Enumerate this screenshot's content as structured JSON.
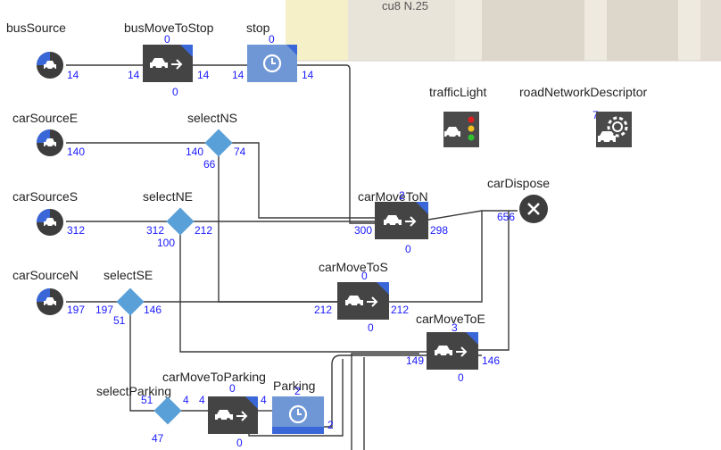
{
  "map_fragment_text": "cu8 N.25",
  "colors": {
    "block": "#444444",
    "accent": "#3a67d8",
    "service": "#6f97d6",
    "select": "#5aa0d8",
    "count": "#1a1aff"
  },
  "busSource": {
    "name": "busSource",
    "out": "14"
  },
  "busMoveToStop": {
    "name": "busMoveToStop",
    "top": "0",
    "in": "14",
    "out": "14",
    "bottom": "0"
  },
  "stop": {
    "name": "stop",
    "top": "0",
    "in": "14",
    "out": "14"
  },
  "trafficLight": {
    "name": "trafficLight"
  },
  "roadNetworkDescriptor": {
    "name": "roadNetworkDescriptor",
    "count": "7"
  },
  "carSourceE": {
    "name": "carSourceE",
    "out": "140"
  },
  "selectNS": {
    "name": "selectNS",
    "in": "140",
    "out": "74",
    "bottom": "66"
  },
  "carSourceS": {
    "name": "carSourceS",
    "out": "312"
  },
  "selectNE": {
    "name": "selectNE",
    "in": "312",
    "out": "212",
    "bottom": "100"
  },
  "carMoveToN": {
    "name": "carMoveToN",
    "top": "2",
    "in": "300",
    "out": "298",
    "bottom": "0"
  },
  "carDispose": {
    "name": "carDispose",
    "in": "656"
  },
  "carSourceN": {
    "name": "carSourceN",
    "out": "197"
  },
  "selectSE": {
    "name": "selectSE",
    "in": "197",
    "out": "146",
    "bottom": "51"
  },
  "carMoveToS": {
    "name": "carMoveToS",
    "top": "0",
    "in": "212",
    "out": "212",
    "bottom": "0"
  },
  "carMoveToE": {
    "name": "carMoveToE",
    "top": "3",
    "in": "149",
    "out": "146",
    "bottom": "0"
  },
  "selectParking": {
    "name": "selectParking",
    "in": "51",
    "out": "4",
    "bottom": "47"
  },
  "carMoveToParking": {
    "name": "carMoveToParking",
    "top": "0",
    "in": "4",
    "out": "4",
    "bottom": "0"
  },
  "parking": {
    "name": "Parking",
    "top": "2",
    "out": "2"
  }
}
